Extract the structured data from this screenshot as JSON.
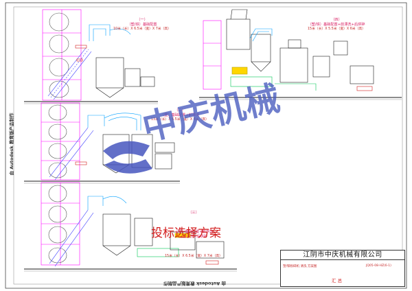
{
  "sheet": {
    "side_note": "由 Autodesk 教育版产品制作",
    "bottom_note": "由 Autodesk 教育版产品制作"
  },
  "sections": [
    {
      "title": "（一）",
      "subtitle": "（塑/铁）基础配置",
      "dims": "10米（长）X 6.5米（宽）X 7米（高）"
    },
    {
      "title": "（四）",
      "subtitle": "（塑/铁）基础配置+前漂洗+后烘碎",
      "dims": "15米（长）X 5.5米（宽）X 6米（高）"
    },
    {
      "title": "（二）",
      "subtitle": "（塑）基础配置+前漂洗",
      "dims": "13米（长）X 6.5米（宽）X 8米（高）"
    },
    {
      "title": "（三）",
      "subtitle": "（塑）基础配置+前浮选\n+前漂洗+后烘碎",
      "dims": "15米（长）X 6.5米（宽）X 7米（高）"
    }
  ],
  "watermark": "中庆机械",
  "stamp_text": "投标选择方案",
  "title_block": {
    "company": "江阴市中庆机械有限公司",
    "summary": "汇 总",
    "red_line": "塑/铁粉碎机 清洗 方案图",
    "ref": "JQ05-08-HZ(6-1)"
  },
  "colors": {
    "structure": "#1a1a1a",
    "frame": "#ff00ff",
    "conveyor": "#3a3aff",
    "duct": "#00a0ff",
    "pipe_green": "#00c853",
    "highlight": "#ffd600",
    "caption_red": "#d81b60",
    "watermark_blue": "#4656be",
    "stamp_red": "#d21d1d"
  }
}
